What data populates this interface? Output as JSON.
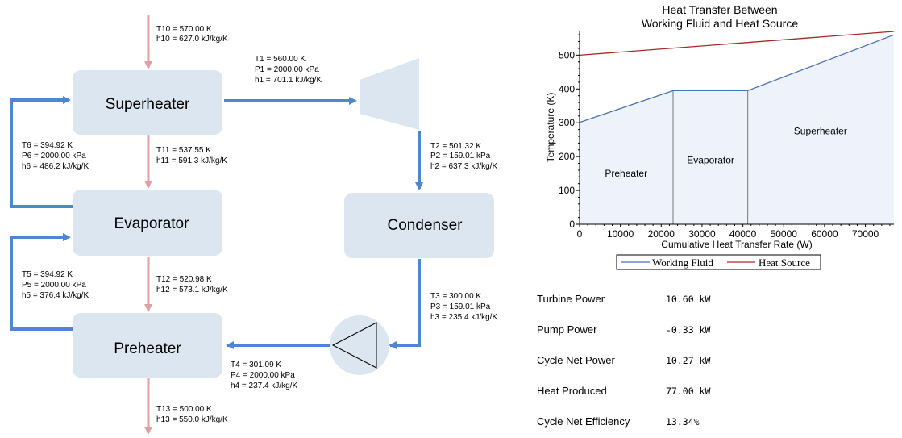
{
  "diagram": {
    "components": {
      "superheater": "Superheater",
      "evaporator": "Evaporator",
      "preheater": "Preheater",
      "condenser": "Condenser"
    },
    "states": {
      "t10": "T10 = 570.00 K",
      "h10": "h10 = 627.0 kJ/kg/K",
      "t1": "T1 = 560.00 K",
      "p1": "P1 = 2000.00 kPa",
      "h1": "h1 = 701.1 kJ/kg/K",
      "t2": "T2 = 501.32 K",
      "p2": "P2 = 159.01 kPa",
      "h2": "h2 = 637.3 kJ/kg/K",
      "t6": "T6 = 394.92 K",
      "p6": "P6 = 2000.00 kPa",
      "h6": "h6 = 486.2 kJ/kg/K",
      "t11": "T11 = 537.55 K",
      "h11": "h11 = 591.3 kJ/kg/K",
      "t5": "T5 = 394.92 K",
      "p5": "P5 = 2000.00 kPa",
      "h5": "h5 = 376.4 kJ/kg/K",
      "t12": "T12 = 520.98 K",
      "h12": "h12 = 573.1 kJ/kg/K",
      "t3": "T3 = 300.00 K",
      "p3": "P3 = 159.01 kPa",
      "h3": "h3 = 235.4 kJ/kg/K",
      "t4": "T4 = 301.09 K",
      "p4": "P4 = 2000.00 kPa",
      "h4": "h4 = 237.4 kJ/kg/K",
      "t13": "T13 = 500.00 K",
      "h13": "h13 = 550.0 kJ/kg/K"
    }
  },
  "chart_data": {
    "type": "line",
    "title_line1": "Heat Transfer Between",
    "title_line2": "Working Fluid and Heat Source",
    "xlabel": "Cumulative Heat Transfer Rate (W)",
    "ylabel": "Temperature (K)",
    "xlim": [
      0,
      77000
    ],
    "ylim": [
      0,
      570
    ],
    "xticks": [
      0,
      10000,
      20000,
      30000,
      40000,
      50000,
      60000,
      70000
    ],
    "yticks": [
      0,
      100,
      200,
      300,
      400,
      500
    ],
    "series": [
      {
        "name": "Working Fluid",
        "color": "#4a72b0",
        "x": [
          0,
          22900,
          41200,
          77000
        ],
        "y": [
          301,
          395,
          395,
          560
        ]
      },
      {
        "name": "Heat Source",
        "color": "#a52a2a",
        "x": [
          0,
          77000
        ],
        "y": [
          500,
          570
        ]
      }
    ],
    "region_boundaries": [
      22900,
      41200
    ],
    "region_labels": [
      {
        "text": "Preheater",
        "x": 11400,
        "y": 150
      },
      {
        "text": "Evaporator",
        "x": 32100,
        "y": 190
      },
      {
        "text": "Superheater",
        "x": 59000,
        "y": 275
      }
    ],
    "legend_position": "bottom-center",
    "fill_color": "#eef3fb",
    "grid": false
  },
  "results": [
    {
      "label": "Turbine Power",
      "value": "10.60 kW"
    },
    {
      "label": "Pump Power",
      "value": "-0.33 kW"
    },
    {
      "label": "Cycle Net Power",
      "value": "10.27 kW"
    },
    {
      "label": "Heat Produced",
      "value": "77.00 kW"
    },
    {
      "label": "Cycle Net Efficiency",
      "value": "13.34%"
    }
  ]
}
